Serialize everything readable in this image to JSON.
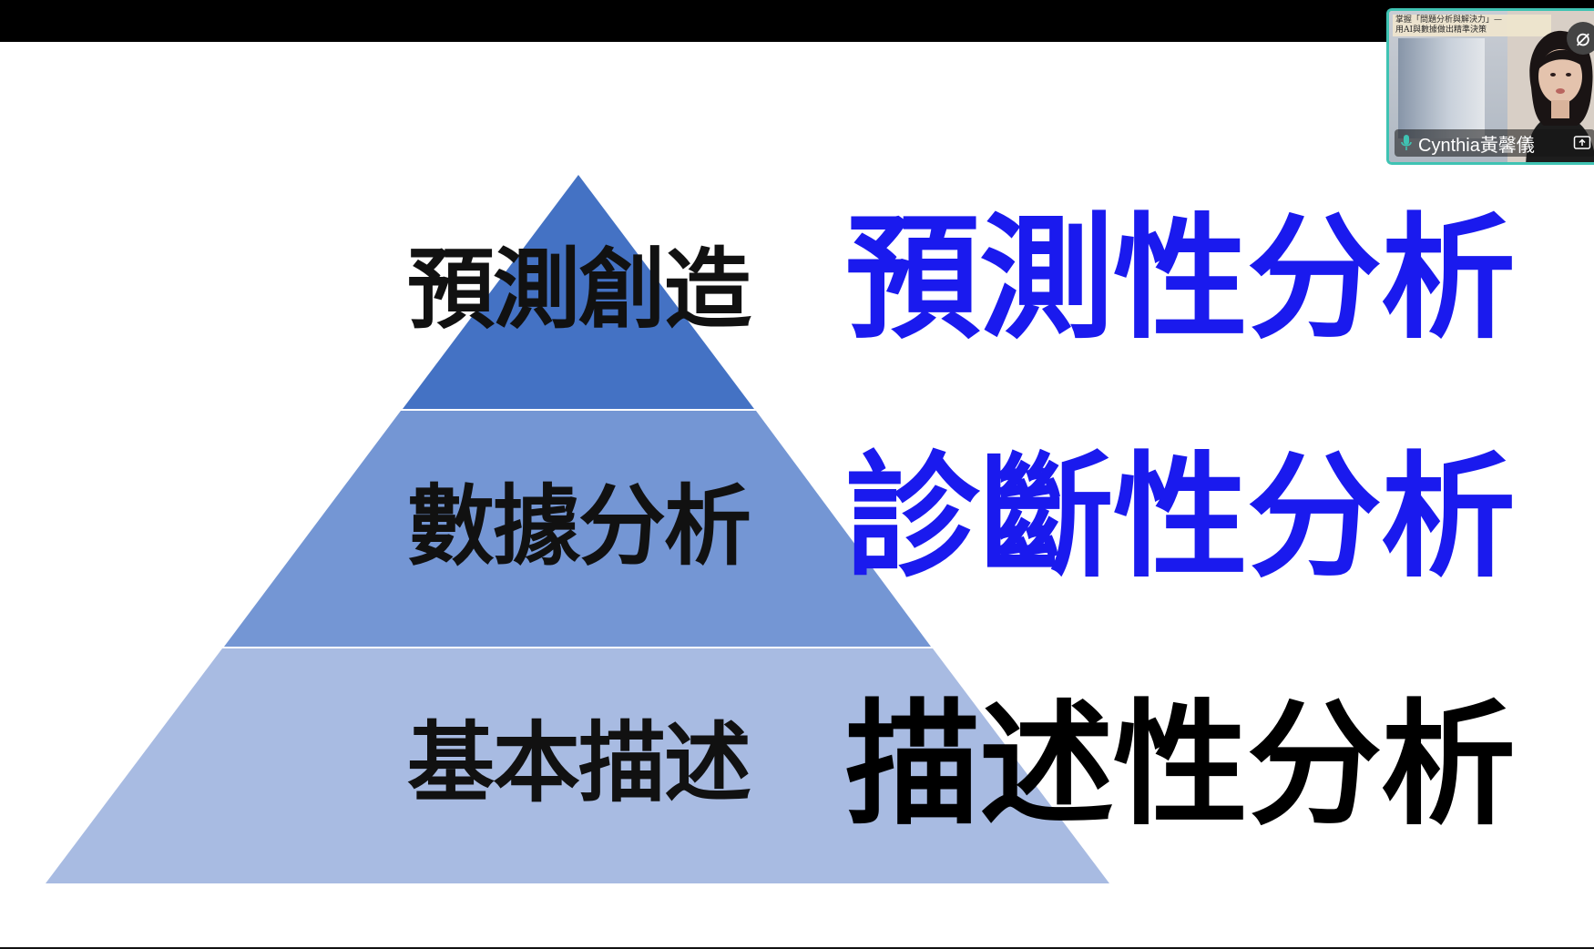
{
  "slide": {
    "tiers": [
      {
        "label": "預測創造",
        "analysis": "預測性分析",
        "analysis_color": "#1a1aee",
        "fill": "#4472c4"
      },
      {
        "label": "數據分析",
        "analysis": "診斷性分析",
        "analysis_color": "#1a1aee",
        "fill": "#7496d4"
      },
      {
        "label": "基本描述",
        "analysis": "描述性分析",
        "analysis_color": "#000000",
        "fill": "#a8bbe2"
      }
    ]
  },
  "video_tile": {
    "name": "Cynthia黃馨儀",
    "slide_title_line1": "掌握「問題分析與解決力」—",
    "slide_title_line2": "用AI與數據做出精準決策",
    "accent_color": "#3fc3b3",
    "mic_icon": "microphone-icon",
    "share_icon": "screen-share-icon"
  }
}
